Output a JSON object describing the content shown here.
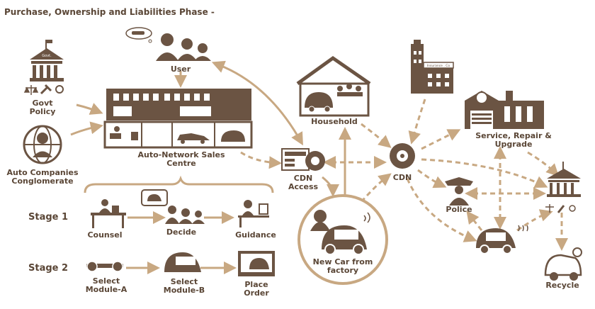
{
  "title": "Purchase, Ownership and Liabilities Phase -",
  "labels": {
    "user": "User",
    "govt_policy_1": "Govt",
    "govt_policy_2": "Policy",
    "auto_companies_1": "Auto Companies",
    "auto_companies_2": "Conglomerate",
    "sales_centre_1": "Auto-Network Sales",
    "sales_centre_2": "Centre",
    "household": "Household",
    "cdn_access_1": "CDN",
    "cdn_access_2": "Access",
    "cdn": "CDN",
    "service_1": "Service, Repair &",
    "service_2": "Upgrade",
    "police": "Police",
    "new_car_1": "New Car from",
    "new_car_2": "factory",
    "recycle": "Recycle",
    "stage1": "Stage 1",
    "stage2": "Stage 2",
    "counsel": "Counsel",
    "decide": "Decide",
    "guidance": "Guidance",
    "select_a_1": "Select",
    "select_a_2": "Module-A",
    "select_b_1": "Select",
    "select_b_2": "Module-B",
    "place_order_1": "Place",
    "place_order_2": "Order",
    "govt_sign": "Govt.",
    "insurance_sign": "Insurance . Co"
  },
  "colors": {
    "primary": "#6b5443",
    "accent": "#c8a882",
    "text": "#5a4636"
  }
}
